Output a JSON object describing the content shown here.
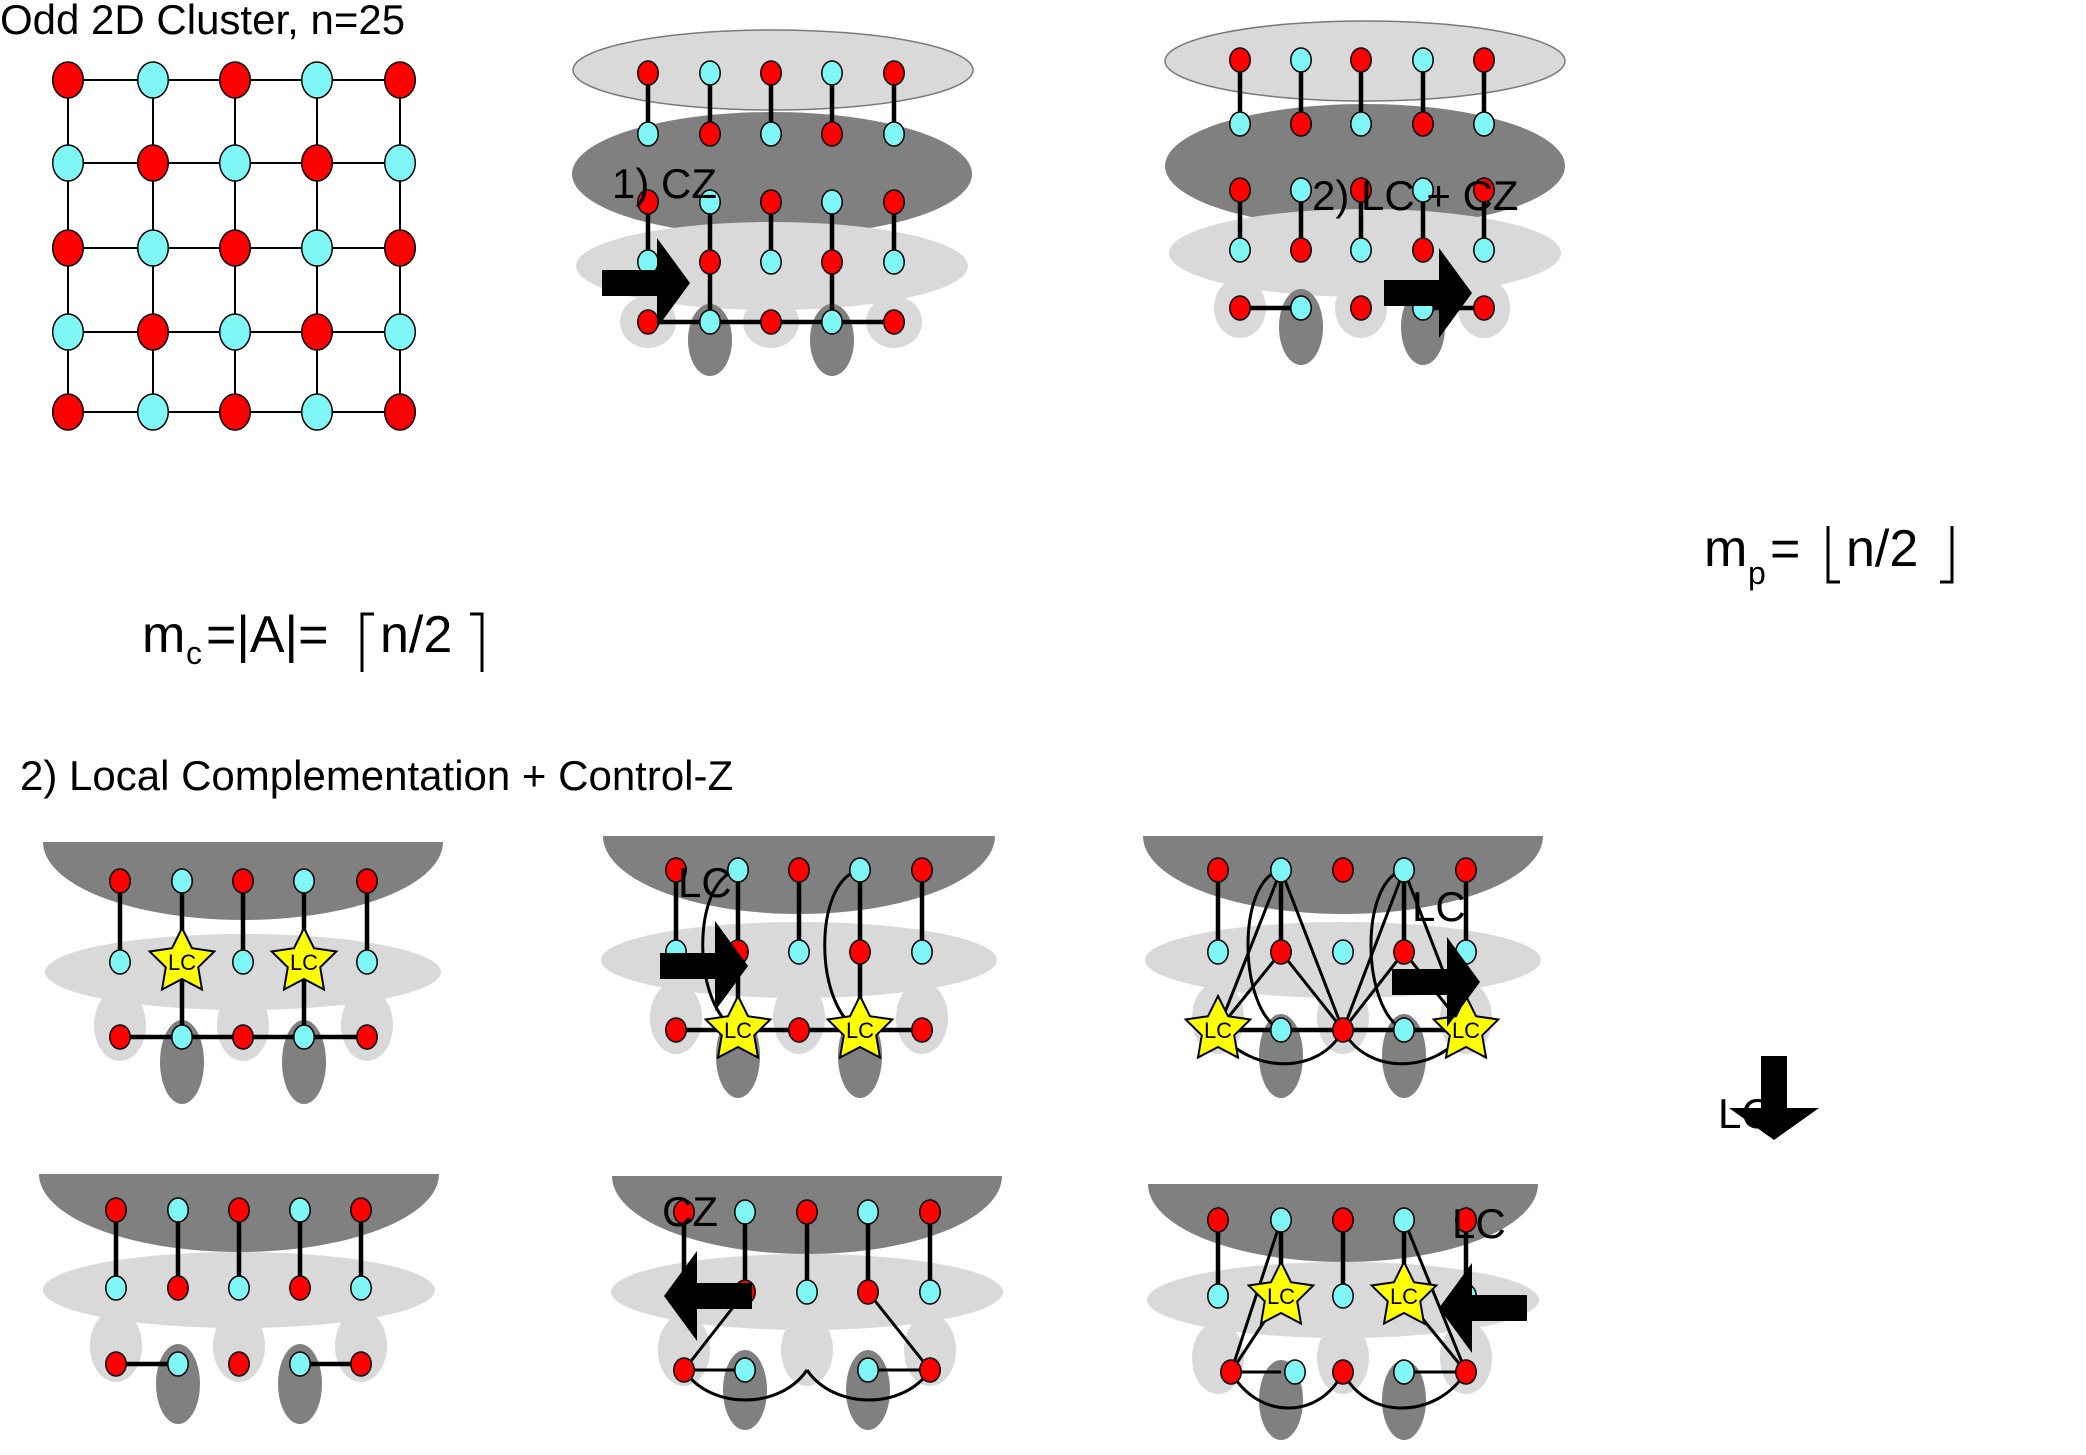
{
  "top": {
    "title": "Odd 2D Cluster, n=25",
    "step1_label": "1) CZ",
    "step2_label": "2) LC + CZ",
    "mc": {
      "m": "m",
      "sub": "c",
      "rest": "=|A|=",
      "value": "n/2"
    },
    "mp": {
      "m": "m",
      "sub": "p",
      "rest": "=",
      "value": "n/2"
    }
  },
  "bottom": {
    "heading": "2) Local Complementation + Control-Z",
    "arrow_labels": {
      "lc1": "LC",
      "lc2": "LC",
      "lc3": "LC",
      "lc4": "LC",
      "cz": "CZ"
    },
    "star_label": "LC"
  },
  "colors": {
    "red_node": "#ff0000",
    "cyan_node": "#7ff7f7",
    "dark_gray": "#808080",
    "light_gray": "#d9d9d9",
    "star": "#ffff00"
  }
}
